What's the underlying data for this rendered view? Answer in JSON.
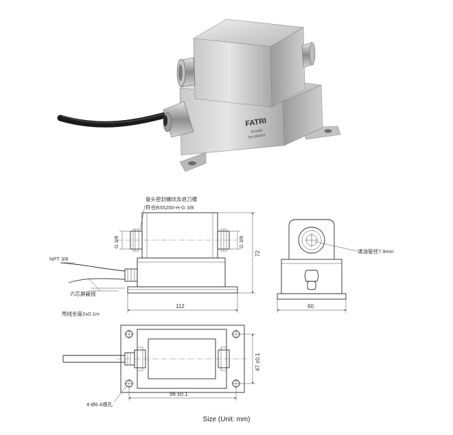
{
  "product": {
    "brand": "FATRI",
    "model": "RC/485",
    "serial": "SN:000001"
  },
  "labels": {
    "pipe_thread_note_line1": "管头密封螺纹及退刀槽",
    "pipe_thread_note_line2": "符合BS5200-H-G 3/8",
    "npt": "NPT 3/8",
    "shielded_cable": "六芯屏蔽线",
    "cable_length": "甩线长度2±0.1m",
    "g38_left": "G 3/8",
    "g38_right": "G 3/8",
    "oil_passage": "通油管径7.9mm",
    "mount_holes": "4-Ø6.4通孔"
  },
  "dimensions": {
    "height": "72",
    "length": "112",
    "width": "60",
    "hole_width": "47 ±0.1",
    "hole_length": "96 ±0.1"
  },
  "caption": "Size (Unit: mm)"
}
